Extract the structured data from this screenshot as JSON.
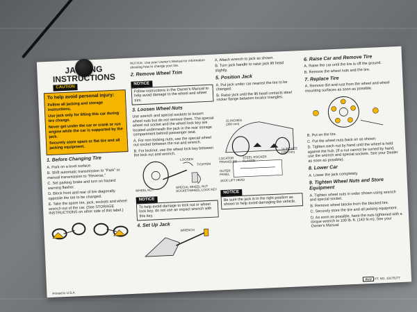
{
  "title": "JACKING INSTRUCTIONS",
  "caution_tag": "CAUTION",
  "warning": {
    "heading": "To help avoid personal injury:",
    "items": [
      "Follow all jacking and storage instructions.",
      "Use jack only for lifting this car during tire change.",
      "Never get under the car or crank or run engine while the car is supported by the jack.",
      "Securely store spare or flat tire and all jacking equipment."
    ]
  },
  "sections": {
    "s1": {
      "heading": "1. Before Changing Tire",
      "items": [
        "A. Park on a level surface.",
        "B. Shift automatic transmission to \"Park\" or manual transmission to \"Reverse.\"",
        "C. Set parking brake and turn on hazard warning flasher.",
        "D. Block front and rear of tire diagonally opposite the tire to be changed.",
        "E. Take the spare tire, jack, sockets and wheel wrench out of the car. (See STORAGE INSTRUCTIONS on other side of this label.)"
      ]
    },
    "s2": {
      "intro": "NOTICE: Use your Owner's Manual for information showing how to change your tire.",
      "heading": "2. Remove Wheel Trim",
      "notice_tag": "NOTICE",
      "notice": "Follow instructions in the Owner's Manual to help avoid damage to the wheel and wheel trim."
    },
    "s3": {
      "heading": "3. Loosen Wheel Nuts",
      "body": "Use wrench and special sockets to loosen wheel nuts but do not remove them. The special wheel nut socket and the wheel lock key are located underneath the jack in the rear storage compartment behind passenger seat.",
      "items": [
        "A. For non-locking nuts, use the special wheel nut socket between the nut and wrench.",
        "B. For locknut, use the wheel lock key between the lock nut and wrench."
      ],
      "fig_labels": {
        "loosen": "LOOSEN",
        "tighten": "TIGHTEN",
        "wheel_nut": "WHEEL NUT",
        "special": "SPECIAL WHEEL NUT SOCKET/WHEEL LOCK KEY"
      },
      "notice_tag": "NOTICE",
      "notice": "To help avoid damage to lock nut or wheel lock key, do not use an impact wrench with this key."
    },
    "s4": {
      "heading": "4. Set Up Jack",
      "fig_label": "WRENCH"
    },
    "s5": {
      "items_top": [
        "A. Attach wrench to jack as shown.",
        "B. Turn jack handle to raise jack lift head slightly."
      ],
      "heading": "5. Position Jack",
      "items": [
        "A. Put jack under car nearest the tire to be changed.",
        "B. Raise jack until the lift head contacts steel rocker flange between locator triangles."
      ],
      "fig_labels": {
        "inches15": "15 INCHES (380 mm)",
        "inches14": "14 INCHES (355 mm)",
        "locator": "LOCATOR TRIANGLES",
        "steel": "STEEL ROCKER FLANGE",
        "outer": "OUTER PANEL",
        "lift": "JACK LIFT HEAD"
      },
      "notice_tag": "NOTICE",
      "notice": "Be sure the jack is in the right position as shown to help avoid damaging the vehicle."
    },
    "s6": {
      "heading": "6. Raise Car and Remove Tire",
      "items": [
        "A. Raise the car until the tire is off the ground.",
        "B. Remove the wheel nuts and the tire."
      ]
    },
    "s7": {
      "heading": "7. Replace Tire",
      "items_top": [
        "A. Remove dirt and rust from the wheel and wheel mounting surfaces as soon as possible."
      ],
      "items": [
        "B. Put on the tire.",
        "C. Put the wheel nuts back on as shown.",
        "D. Tighten each nut by hand until the wheel is held against the hub. (If a nut cannot be turned by hand, use the wrench and special sockets. See your Dealer as soon as possible)."
      ]
    },
    "s8": {
      "heading": "8. Lower Car",
      "items": [
        "A. Lower the jack completely."
      ]
    },
    "s9": {
      "heading": "9. Tighten Wheel Nuts and Store Equipment",
      "items": [
        "A. Tighten wheel nuts in order shown using wrench and special socket.",
        "B. Remove wheel blocks from the blocked tire.",
        "C. Securely store the tire and all jacking equipment.",
        "D. As soon as possible, have the nuts tightened with a torque wrench to 100 lb. ft. (140 N·m). See your Owner's Manual."
      ]
    }
  },
  "footer": {
    "printed": "Printed in U.S.A.",
    "part": "PT. NO. 10276277",
    "logo": "ALU"
  },
  "colors": {
    "warning_yellow": "#f5b400",
    "tag_black": "#111111",
    "caution_text": "#f5c200"
  }
}
